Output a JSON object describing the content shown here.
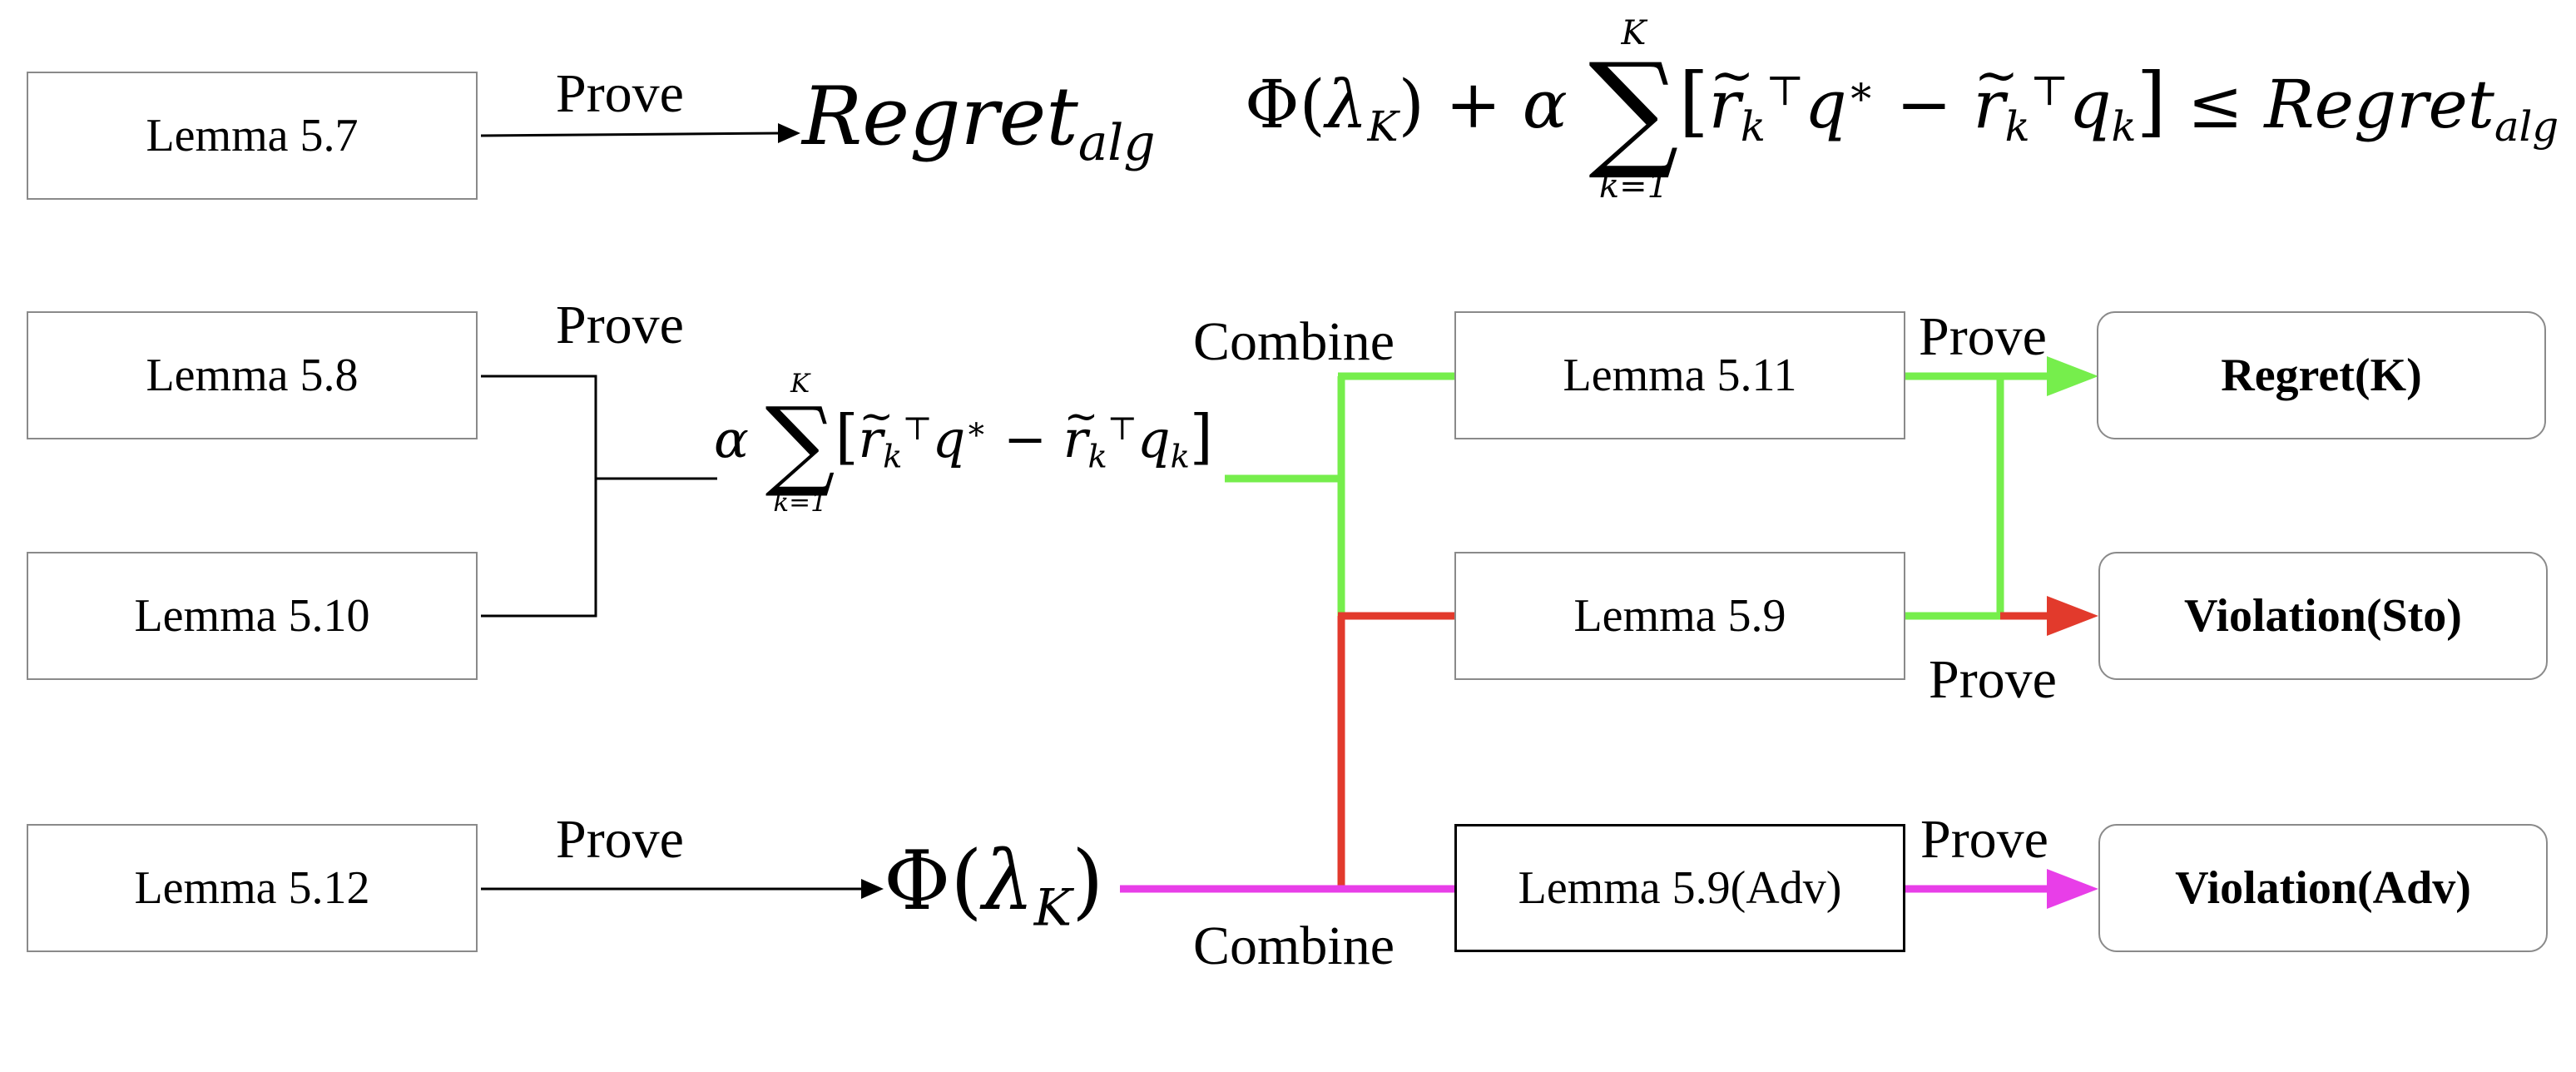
{
  "diagram": {
    "lemmas": {
      "l57": "Lemma 5.7",
      "l58": "Lemma 5.8",
      "l510": "Lemma 5.10",
      "l512": "Lemma 5.12",
      "l511": "Lemma 5.11",
      "l59": "Lemma 5.9",
      "l59adv": "Lemma 5.9(Adv)"
    },
    "results": {
      "regret": "Regret(K)",
      "violation_sto": "Violation(Sto)",
      "violation_adv": "Violation(Adv)"
    },
    "labels": {
      "prove": "Prove",
      "combine": "Combine"
    },
    "math": {
      "regret_word": "Regret",
      "regret_sub": "alg",
      "phi": "Φ",
      "lambda": "λ",
      "K": "K",
      "alpha": "α",
      "k_eq_1": "k=1",
      "leq": "≤"
    },
    "colors": {
      "green": "#76ee4c",
      "red": "#e23a2c",
      "magenta": "#e83ee8",
      "black": "#000000",
      "box_border": "#8a8a8a"
    }
  }
}
